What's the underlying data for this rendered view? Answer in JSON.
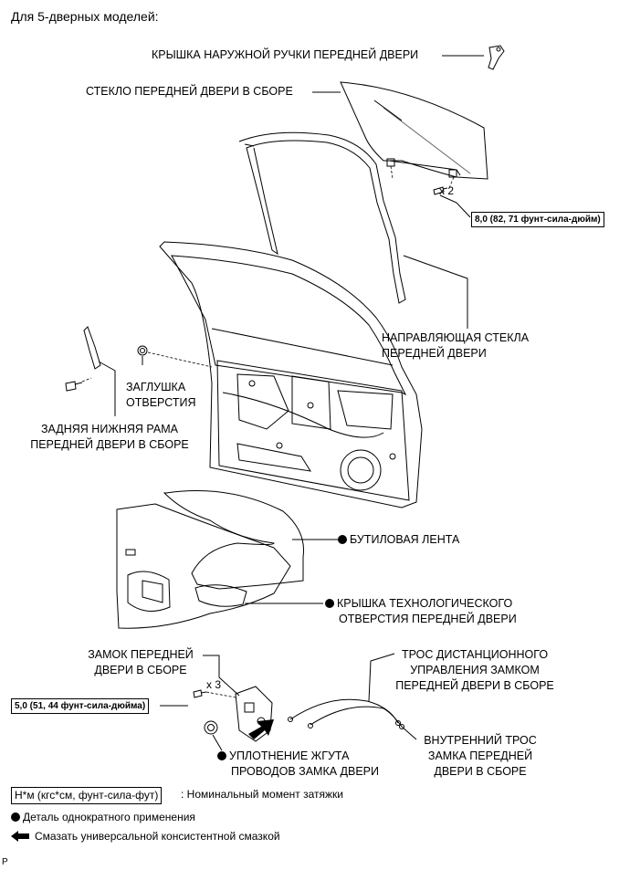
{
  "header": "Для 5-дверных моделей:",
  "labels": {
    "outer_handle_cover": "КРЫШКА НАРУЖНОЙ РУЧКИ ПЕРЕДНЕЙ ДВЕРИ",
    "glass_assy": "СТЕКЛО ПЕРЕДНЕЙ ДВЕРИ В СБОРЕ",
    "glass_run_1": "НАПРАВЛЯЮЩАЯ СТЕКЛА",
    "glass_run_2": "ПЕРЕДНЕЙ ДВЕРИ",
    "hole_plug_1": "ЗАГЛУШКА",
    "hole_plug_2": "ОТВЕРСТИЯ",
    "rear_frame_1": "ЗАДНЯЯ НИЖНЯЯ РАМА",
    "rear_frame_2": "ПЕРЕДНЕЙ ДВЕРИ В СБОРЕ",
    "butyl_tape": "БУТИЛОВАЯ ЛЕНТА",
    "service_cover_1": "КРЫШКА ТЕХНОЛОГИЧЕСКОГО",
    "service_cover_2": "ОТВЕРСТИЯ ПЕРЕДНЕЙ ДВЕРИ",
    "lock_1": "ЗАМОК ПЕРЕДНЕЙ",
    "lock_2": "ДВЕРИ В СБОРЕ",
    "remote_cable_1": "ТРОС ДИСТАНЦИОННОГО",
    "remote_cable_2": "УПРАВЛЕНИЯ ЗАМКОМ",
    "remote_cable_3": "ПЕРЕДНЕЙ ДВЕРИ В СБОРЕ",
    "inside_cable_1": "ВНУТРЕННИЙ ТРОС",
    "inside_cable_2": "ЗАМКА ПЕРЕДНЕЙ",
    "inside_cable_3": "ДВЕРИ В СБОРЕ",
    "grommet_1": "УПЛОТНЕНИЕ ЖГУТА",
    "grommet_2": "ПРОВОДОВ ЗАМКА ДВЕРИ"
  },
  "torque": {
    "glass_bolts": "8,0 (82, 71 фунт-сила-дюйм)",
    "glass_qty": "x 2",
    "lock_screws": "5,0 (51, 44 фунт-сила-дюйма)",
    "lock_qty": "x 3"
  },
  "legend": {
    "torque_box": "Н*м (кгс*см, фунт-сила-фут)",
    "torque_desc": ": Номинальный момент затяжки",
    "non_reusable": "Деталь однократного применения",
    "grease": "Смазать универсальной консистентной смазкой"
  },
  "footer_mark": "P"
}
